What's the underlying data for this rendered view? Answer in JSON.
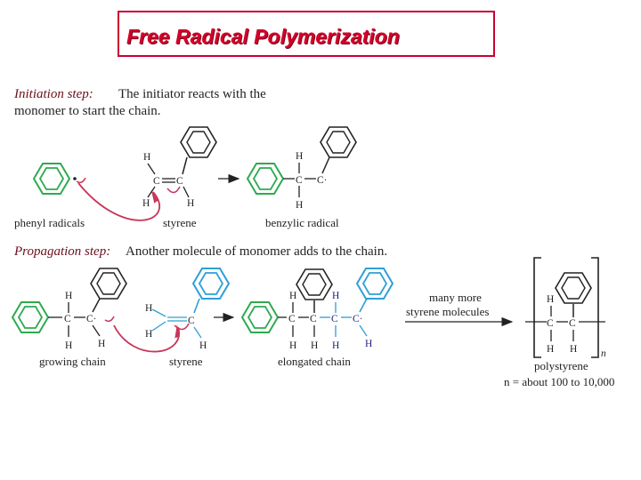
{
  "title": "Free Radical Polymerization",
  "initiation": {
    "step_label": "Initiation step:",
    "step_desc_line1": "The initiator reacts with the",
    "step_desc_line2": "monomer to start the chain.",
    "labels": {
      "phenyl": "phenyl radicals",
      "styrene": "styrene",
      "benzylic": "benzylic radical"
    }
  },
  "propagation": {
    "step_label": "Propagation step:",
    "step_desc": "Another molecule of monomer adds to the chain.",
    "labels": {
      "growing": "growing chain",
      "styrene": "styrene",
      "elongated": "elongated chain",
      "many_more_1": "many more",
      "many_more_2": "styrene molecules",
      "polystyrene": "polystyrene",
      "n_range": "n = about 100 to 10,000",
      "n_sub": "n"
    }
  },
  "atoms": {
    "H": "H",
    "C": "C",
    "C_radical": "C·"
  },
  "colors": {
    "title": "#d4002a",
    "green": "#2eaa4f",
    "blue": "#2e9fd6",
    "arrow_red": "#c8365a",
    "ink": "#222222"
  }
}
